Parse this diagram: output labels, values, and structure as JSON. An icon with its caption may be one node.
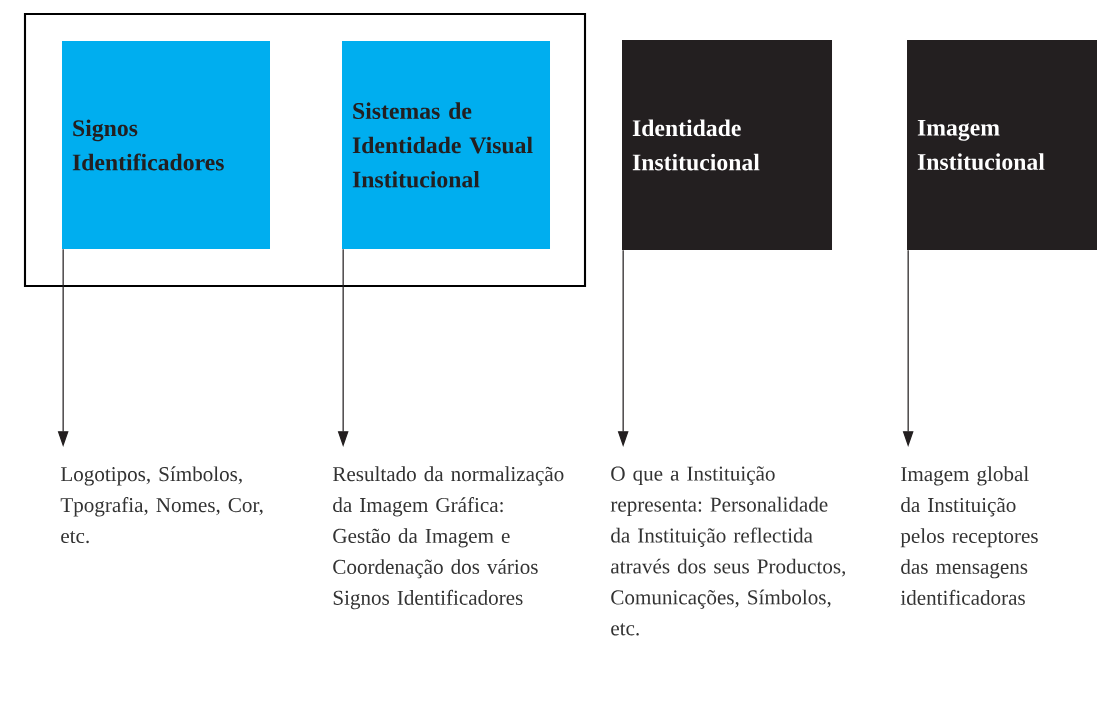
{
  "diagram": {
    "nodes": [
      {
        "text": [],
        "shape": "box"
      },
      {
        "text": [
          "Signos Identificadores"
        ],
        "in": 0
      },
      {
        "text": [
          "Sistemas de Identidade Visual Institucional"
        ],
        "in": 0
      },
      {
        "text": [
          "Identidade Institucional"
        ]
      },
      {
        "text": [
          "Imagem Institucional"
        ]
      },
      {
        "text": [
          "Logotipos, Símbolos, Tpografia, Nomes, Cor, etc."
        ]
      },
      {
        "text": [
          "Resultado da normalização da Imagem Gráfica: Gestão da Imagem e Coordenação dos vários Signos Identificadores"
        ]
      },
      {
        "text": [
          "O que a Instituição representa: Personalidade da Instituição reflectida através dos seus Productos, Comunicações, Símbolos, etc."
        ]
      },
      {
        "text": [
          "Imagem global da Instituição pelos receptores das mensagens identificadoras"
        ]
      }
    ],
    "edges": [
      {
        "from": 1,
        "to": 5,
        "arrow": "to"
      },
      {
        "from": 2,
        "to": 6,
        "arrow": "to"
      },
      {
        "from": 3,
        "to": 7,
        "arrow": "to"
      },
      {
        "from": 4,
        "to": 8,
        "arrow": "to"
      }
    ]
  }
}
